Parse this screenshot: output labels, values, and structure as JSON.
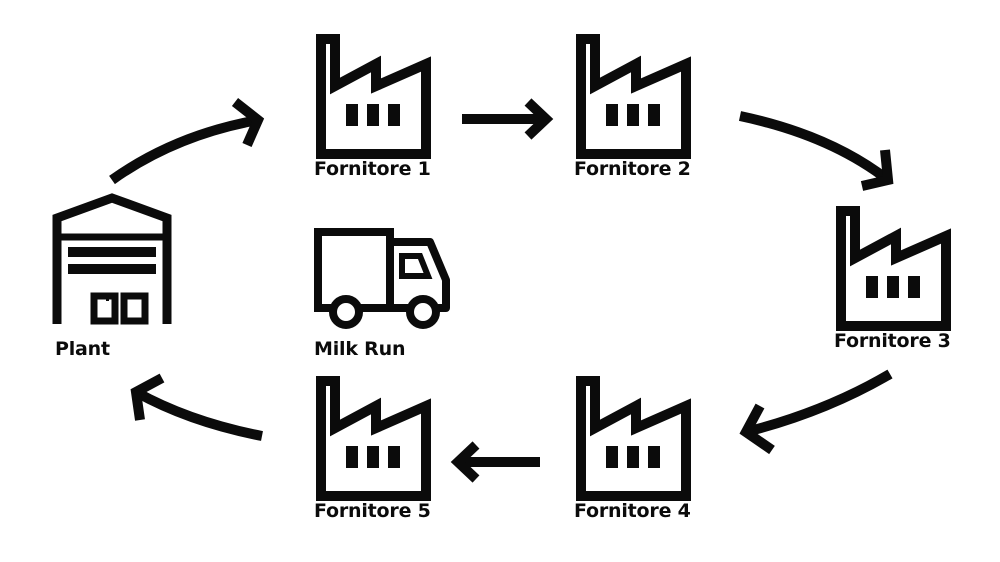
{
  "nodes": {
    "plant": {
      "label": "Plant",
      "icon": "warehouse-icon"
    },
    "milk_run": {
      "label": "Milk Run",
      "icon": "truck-icon"
    },
    "fornitore_1": {
      "label": "Fornitore 1",
      "icon": "factory-icon"
    },
    "fornitore_2": {
      "label": "Fornitore 2",
      "icon": "factory-icon"
    },
    "fornitore_3": {
      "label": "Fornitore 3",
      "icon": "factory-icon"
    },
    "fornitore_4": {
      "label": "Fornitore 4",
      "icon": "factory-icon"
    },
    "fornitore_5": {
      "label": "Fornitore 5",
      "icon": "factory-icon"
    }
  },
  "colors": {
    "ink": "#0b0b0b",
    "background": "#ffffff"
  }
}
